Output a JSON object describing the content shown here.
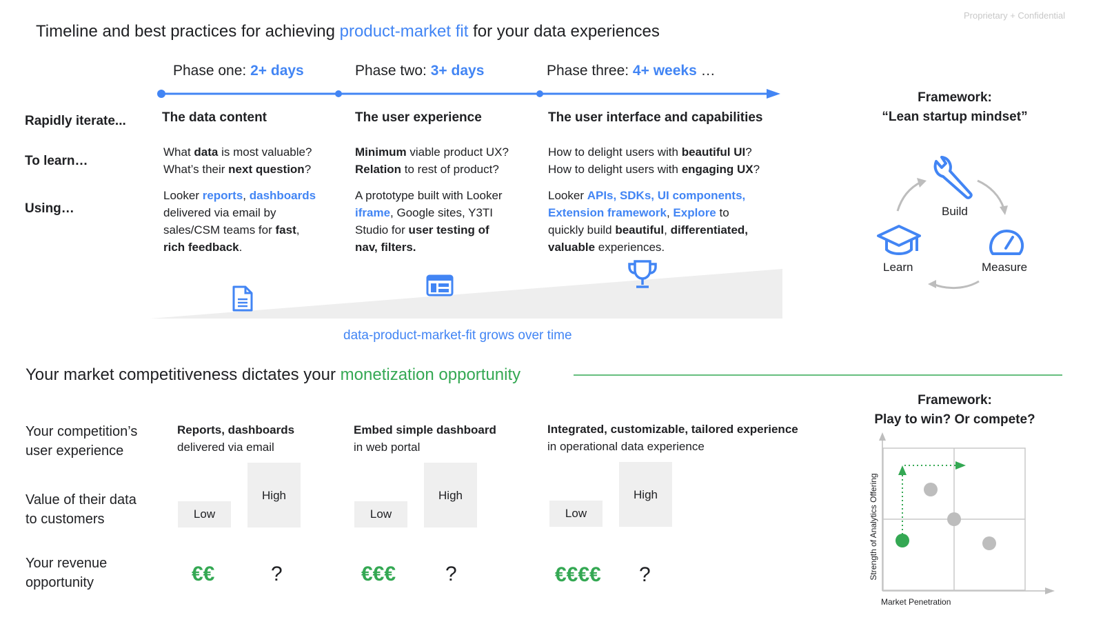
{
  "confidential": "Proprietary + Confidential",
  "title": {
    "prefix": "Timeline and best practices for achieving ",
    "highlight": "product-market fit",
    "suffix": " for your data experiences"
  },
  "phases": [
    {
      "label": "Phase one: ",
      "duration": "2+ days",
      "suffix": ""
    },
    {
      "label": "Phase two: ",
      "duration": "3+ days",
      "suffix": ""
    },
    {
      "label": "Phase three: ",
      "duration": "4+ weeks",
      "suffix": " …"
    }
  ],
  "row_labels": {
    "iterate": "Rapidly iterate...",
    "learn": "To learn…",
    "using": "Using…"
  },
  "columns": [
    {
      "title": "The data content",
      "learn1": {
        "a": "What ",
        "b": "data",
        "c": " is most valuable?"
      },
      "learn2": {
        "a": "What’s their ",
        "b": "next question",
        "c": "?"
      },
      "using": {
        "a": "Looker ",
        "b": "reports",
        "c": ", ",
        "d": "dashboards",
        "e": "delivered via email by",
        "f": "sales/CSM teams for ",
        "g": "fast",
        "h": ",",
        "i": "rich feedback",
        "j": "."
      }
    },
    {
      "title": "The user experience",
      "learn1": {
        "a": "",
        "b": "Minimum",
        "c": " viable product UX?"
      },
      "learn2": {
        "a": "",
        "b": "Relation",
        "c": " to rest of product?"
      },
      "using": {
        "a": "A prototype built with Looker",
        "b": "iframe",
        "c": ", Google sites, Y3TI",
        "d": "Studio for ",
        "e": "user testing of",
        "f": "nav, filters."
      }
    },
    {
      "title": "The user interface and capabilities",
      "learn1": {
        "a": "How to delight users with ",
        "b": "beautiful UI",
        "c": "?"
      },
      "learn2": {
        "a": "How to delight users with ",
        "b": "engaging UX",
        "c": "?"
      },
      "using": {
        "a": "Looker ",
        "b": "APIs, SDKs, UI components,",
        "c": "Extension framework",
        "d": ", ",
        "e": "Explore",
        "f": " to",
        "g": "quickly build ",
        "h": "beautiful",
        "i": ", ",
        "j": "differentiated,",
        "k": "valuable",
        "l": " experiences."
      }
    }
  ],
  "growth_caption": "data-product-market-fit grows over time",
  "framework1": {
    "line1": "Framework:",
    "line2": "“Lean startup mindset”",
    "build": "Build",
    "measure": "Measure",
    "learn": "Learn"
  },
  "section2": {
    "prefix": "Your market competitiveness dictates your ",
    "highlight": "monetization opportunity"
  },
  "labels2": {
    "competition1": "Your competition’s",
    "competition2": "user experience",
    "value1": "Value of their data",
    "value2": "to customers",
    "revenue1": "Your revenue",
    "revenue2": "opportunity"
  },
  "markets": [
    {
      "title_bold": "Reports",
      "title_rest": ", dashboards",
      "sub": "delivered via email",
      "low": "Low",
      "high": "High",
      "euro": "€€",
      "q": "?"
    },
    {
      "title_bold": "Embed simple dashboard",
      "title_rest": "",
      "sub": "in web portal",
      "low": "Low",
      "high": "High",
      "euro": "€€€",
      "q": "?"
    },
    {
      "title_bold": "Integrated, customizable, tailored experience",
      "title_rest": "",
      "sub": "in operational data experience",
      "low": "Low",
      "high": "High",
      "euro": "€€€€",
      "q": "?"
    }
  ],
  "framework2": {
    "line1": "Framework:",
    "line2": "Play to win? Or compete?",
    "y_axis": "Strength of Analytics Offering",
    "x_axis": "Market Penetration"
  },
  "colors": {
    "blue": "#4285f4",
    "green": "#34a853",
    "gray_box": "#efefef",
    "dot_gray": "#bdbdbd"
  },
  "icons": [
    "document-icon",
    "browser-window-icon",
    "trophy-icon",
    "wrench-icon",
    "speedometer-icon",
    "graduation-cap-icon"
  ]
}
